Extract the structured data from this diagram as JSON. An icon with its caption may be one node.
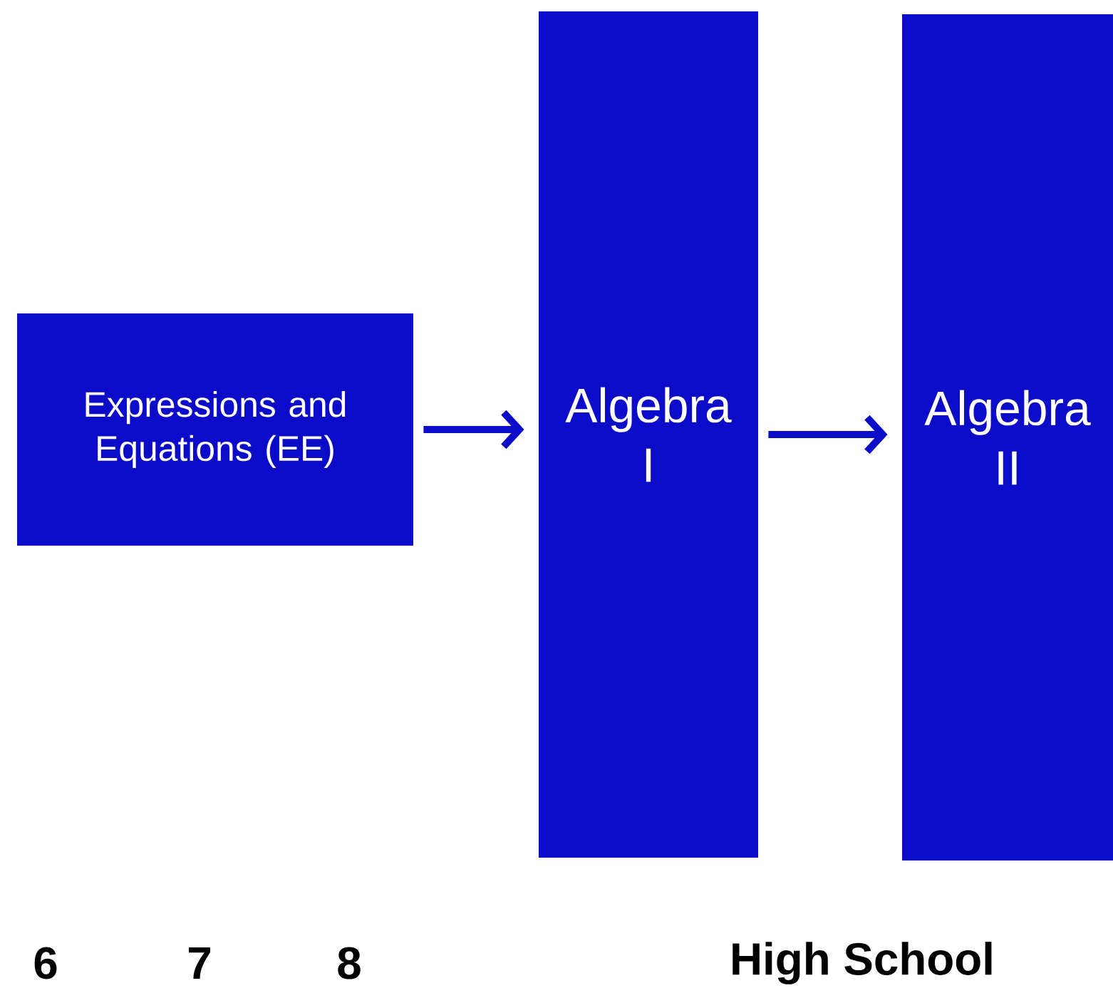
{
  "diagram": {
    "nodes": [
      {
        "text": [
          "Expressions and Equations (EE)"
        ]
      },
      {
        "text": [
          "Algebra I"
        ]
      },
      {
        "text": [
          "Algebra II"
        ]
      }
    ],
    "edges": [
      {
        "from": 0,
        "to": 1,
        "arrow": "to"
      },
      {
        "from": 1,
        "to": 2,
        "arrow": "to"
      }
    ],
    "labels": [
      "6",
      "7",
      "8",
      "High School"
    ]
  }
}
